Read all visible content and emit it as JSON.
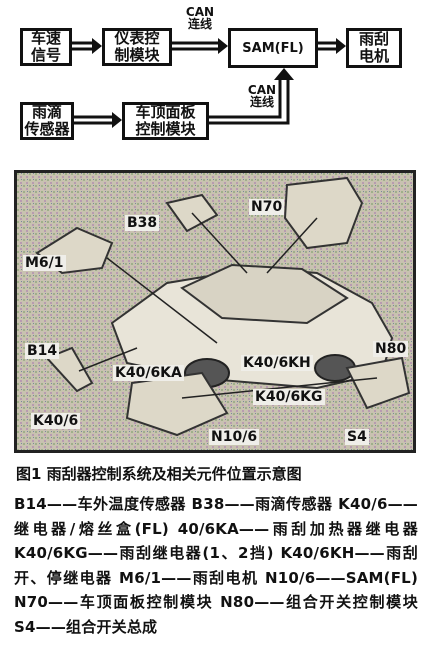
{
  "diagram": {
    "boxes": {
      "vehicle_speed": "车速\n信号",
      "instrument_module": "仪表控\n制模块",
      "sam_fl": "SAM(FL)",
      "wiper_motor": "雨刮\n电机",
      "rain_sensor": "雨滴\n传感器",
      "roof_panel_module": "车顶面板\n控制模块"
    },
    "can_top": "CAN\n连线",
    "can_bottom": "CAN\n连线"
  },
  "photo_labels": {
    "b38": "B38",
    "n70": "N70",
    "m6_1": "M6/1",
    "b14": "B14",
    "n80": "N80",
    "k40_6ka": "K40/6KA",
    "k40_6kh": "K40/6KH",
    "k40_6kg": "K40/6KG",
    "k40_6": "K40/6",
    "n10_6": "N10/6",
    "s4": "S4"
  },
  "caption": "图1 雨刮器控制系统及相关元件位置示意图",
  "legend": "B14——车外温度传感器 B38——雨滴传感器 K40/6——继电器/熔丝盒(FL) 40/6KA——雨刮加热器继电器 K40/6KG——雨刮继电器(1、2挡) K40/6KH——雨刮开、停继电器 M6/1——雨刮电机 N10/6——SAM(FL) N70——车顶面板控制模块 N80——组合开关控制模块 S4——组合开关总成"
}
